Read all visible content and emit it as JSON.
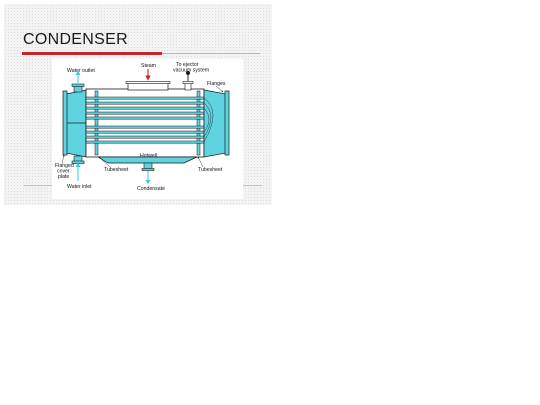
{
  "slide": {
    "title": "CONDENSER"
  },
  "diagram": {
    "labels": {
      "water_outlet": "Water outlet",
      "steam": "Steam",
      "ejector_line1": "To ejector",
      "ejector_line2": "vacuum system",
      "flanges": "Flanges",
      "hotwell": "Hotwell",
      "flanged_line1": "Flanged",
      "flanged_line2": "cover",
      "flanged_line3": "plate",
      "tubesheet_left": "Tubesheet",
      "tubesheet_right": "Tubesheet",
      "water_inlet": "Water inlet",
      "condensate": "Condensate"
    },
    "colors": {
      "water": "#5fd3e0",
      "outline": "#1a1a1a",
      "steam_arrow": "#d42020",
      "flow_arrow": "#36c8dc"
    }
  }
}
